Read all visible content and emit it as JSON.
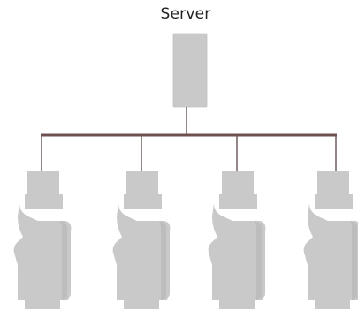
{
  "diagram": {
    "title": "Server",
    "colors": {
      "device_fill": "#c9c9c9",
      "device_shadow": "#bdbdbd",
      "bus_line": "#6f4f4f",
      "drop_line": "#6d5d5d"
    },
    "nodes": [
      {
        "id": "server",
        "type": "server"
      },
      {
        "id": "terminal-1",
        "type": "workstation-cart"
      },
      {
        "id": "terminal-2",
        "type": "workstation-cart"
      },
      {
        "id": "terminal-3",
        "type": "workstation-cart"
      },
      {
        "id": "terminal-4",
        "type": "workstation-cart"
      }
    ],
    "edges": [
      {
        "from": "server",
        "to": "terminal-1"
      },
      {
        "from": "server",
        "to": "terminal-2"
      },
      {
        "from": "server",
        "to": "terminal-3"
      },
      {
        "from": "server",
        "to": "terminal-4"
      }
    ]
  }
}
